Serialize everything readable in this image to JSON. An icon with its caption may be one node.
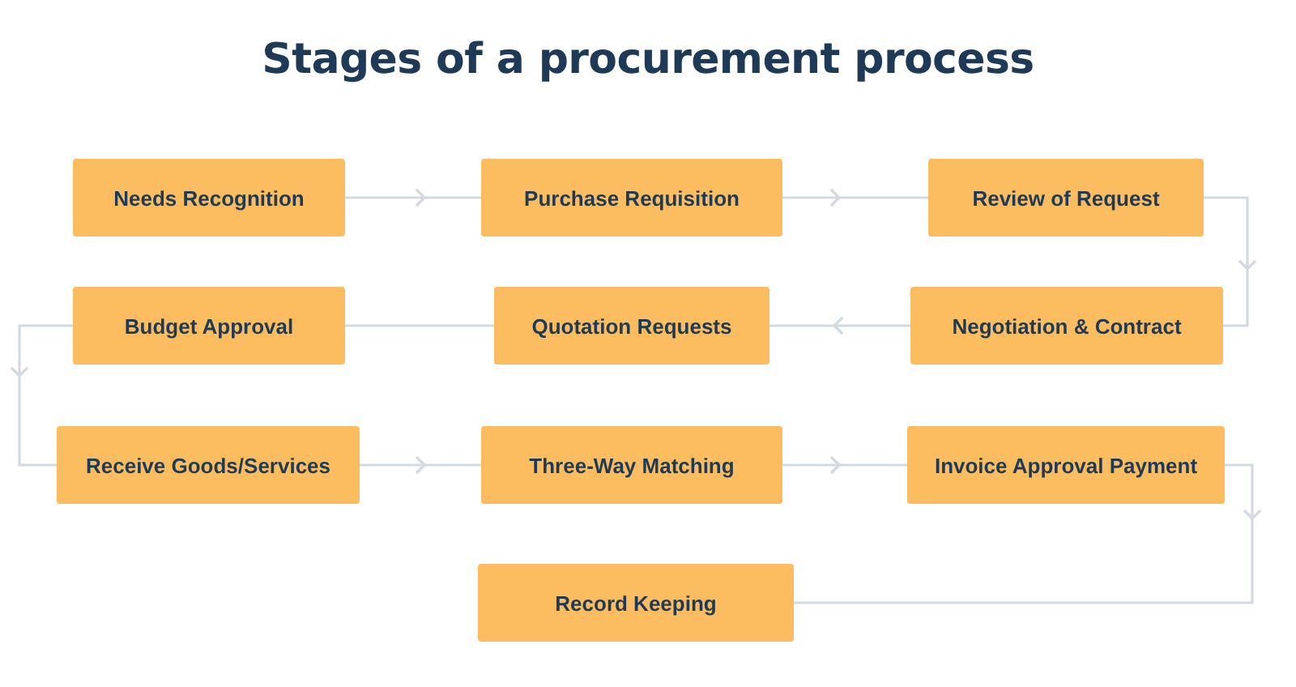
{
  "diagram": {
    "title": "Stages of a procurement process",
    "nodes": [
      {
        "text": [
          "Needs Recognition"
        ]
      },
      {
        "text": [
          "Purchase Requisition"
        ]
      },
      {
        "text": [
          "Review of Request"
        ]
      },
      {
        "text": [
          "Negotiation & Contract"
        ]
      },
      {
        "text": [
          "Quotation Requests"
        ]
      },
      {
        "text": [
          "Budget Approval"
        ]
      },
      {
        "text": [
          "Receive Goods/Services"
        ]
      },
      {
        "text": [
          "Three-Way Matching"
        ]
      },
      {
        "text": [
          "Invoice Approval Payment"
        ]
      },
      {
        "text": [
          "Record Keeping"
        ]
      }
    ],
    "edges": [
      {
        "from": 0,
        "to": 1,
        "arrow": "to"
      },
      {
        "from": 1,
        "to": 2,
        "arrow": "to"
      },
      {
        "from": 2,
        "to": 3,
        "arrow": "to"
      },
      {
        "from": 3,
        "to": 4,
        "arrow": "to"
      },
      {
        "from": 4,
        "to": 5,
        "arrow": "none"
      },
      {
        "from": 5,
        "to": 6,
        "arrow": "to"
      },
      {
        "from": 6,
        "to": 7,
        "arrow": "to"
      },
      {
        "from": 7,
        "to": 8,
        "arrow": "to"
      },
      {
        "from": 8,
        "to": 9,
        "arrow": "to"
      }
    ]
  }
}
